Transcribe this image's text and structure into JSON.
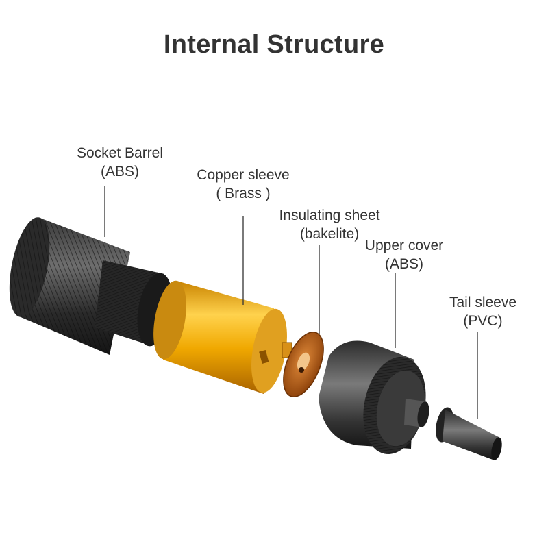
{
  "title": "Internal Structure",
  "parts": [
    {
      "name": "Socket Barrel",
      "material": "(ABS)"
    },
    {
      "name": "Copper sleeve",
      "material": "( Brass )"
    },
    {
      "name": "Insulating sheet",
      "material": "(bakelite)"
    },
    {
      "name": "Upper cover",
      "material": "(ABS)"
    },
    {
      "name": "Tail sleeve",
      "material": "(PVC)"
    }
  ],
  "colors": {
    "text": "#333333",
    "leader": "#333333",
    "barrel_dark": "#1e1e1e",
    "barrel_mid": "#5a5a5a",
    "brass_dark": "#b56f00",
    "brass_light": "#ffcf40",
    "bakelite": "#c86a1a"
  }
}
